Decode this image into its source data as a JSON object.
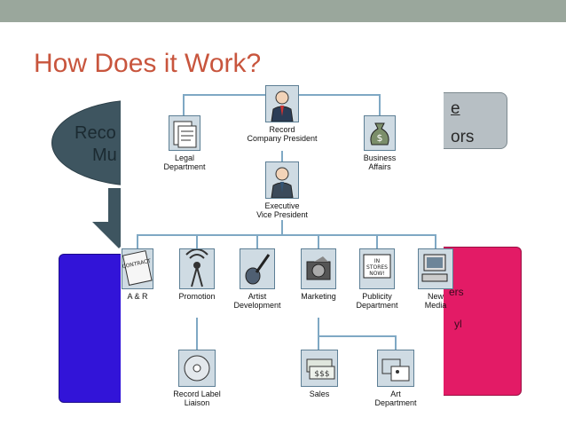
{
  "slide": {
    "title": "How Does it Work?",
    "ellipse_line1": "Reco",
    "ellipse_line2": "Mu",
    "box_line1": "e",
    "box_line2": "ors",
    "pink_line1": "ers",
    "pink_line2": "yl"
  },
  "org": {
    "president": "Record\nCompany President",
    "legal": "Legal\nDepartment",
    "business": "Business\nAffairs",
    "evp": "Executive\nVice President",
    "ar": "A & R",
    "promotion": "Promotion",
    "artist_dev": "Artist\nDevelopment",
    "marketing": "Marketing",
    "publicity": "Publicity\nDepartment",
    "new_media": "New\nMedia",
    "label_liaison": "Record Label\nLiaison",
    "sales": "Sales",
    "art": "Art\nDepartment"
  },
  "colors": {
    "title": "#c8553d",
    "topbar": "#9aa79c",
    "ellipse": "#3e5560",
    "blue_box": "#3214d8",
    "pink_box": "#e31b66",
    "connector": "#7fa8c4"
  },
  "icons": {
    "president": "executive-portrait-icon",
    "legal": "documents-icon",
    "business": "money-bag-icon",
    "evp": "executive-portrait-icon",
    "ar": "contract-icon",
    "promotion": "broadcast-tower-icon",
    "artist_dev": "guitar-icon",
    "marketing": "camera-icon",
    "publicity": "in-stores-now-sign-icon",
    "new_media": "computer-icon",
    "label_liaison": "compact-disc-icon",
    "sales": "dollar-bills-icon",
    "art": "picture-frames-icon"
  }
}
